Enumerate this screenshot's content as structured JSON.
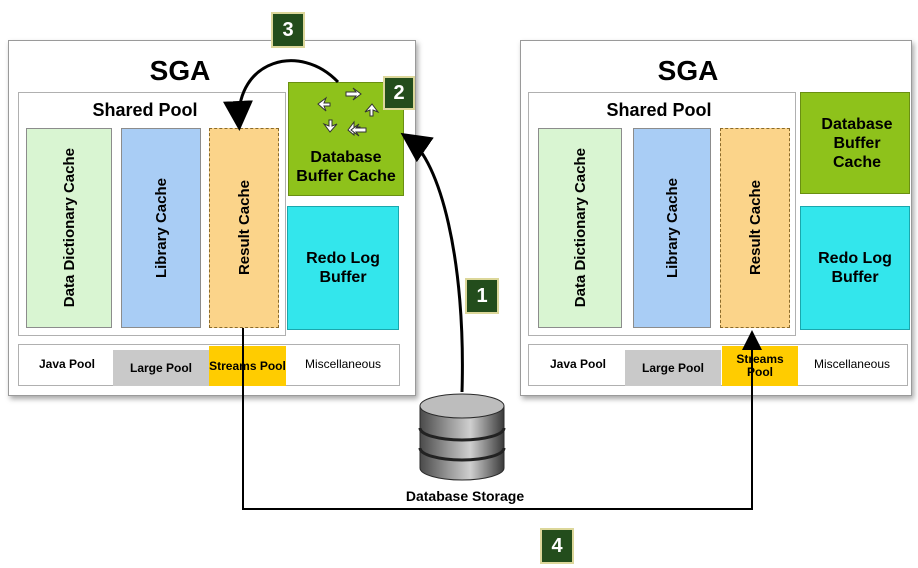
{
  "left_sga": {
    "title": "SGA",
    "shared_pool": "Shared Pool",
    "columns": [
      "Data Dictionary Cache",
      "Library Cache",
      "Result Cache"
    ],
    "buffer_cache": "Database Buffer Cache",
    "redo_log": "Redo Log Buffer",
    "pools": [
      "Java Pool",
      "Large Pool",
      "Streams Pool",
      "Miscellaneous"
    ]
  },
  "right_sga": {
    "title": "SGA",
    "shared_pool": "Shared Pool",
    "columns": [
      "Data Dictionary Cache",
      "Library Cache",
      "Result Cache"
    ],
    "buffer_cache": "Database Buffer Cache",
    "redo_log": "Redo Log Buffer",
    "pools": [
      "Java Pool",
      "Large Pool",
      "Streams Pool",
      "Miscellaneous"
    ]
  },
  "storage": {
    "label": "Database Storage"
  },
  "badges": [
    "1",
    "2",
    "3",
    "4"
  ],
  "colors": {
    "dictionary": "#d9f5d2",
    "library": "#a9cdf5",
    "result": "#fbd48a",
    "buffer": "#8ec21b",
    "redo": "#33e6ec",
    "large_pool": "#c9c9c9",
    "streams_pool": "#ffcc00",
    "badge": "#234d1c"
  }
}
